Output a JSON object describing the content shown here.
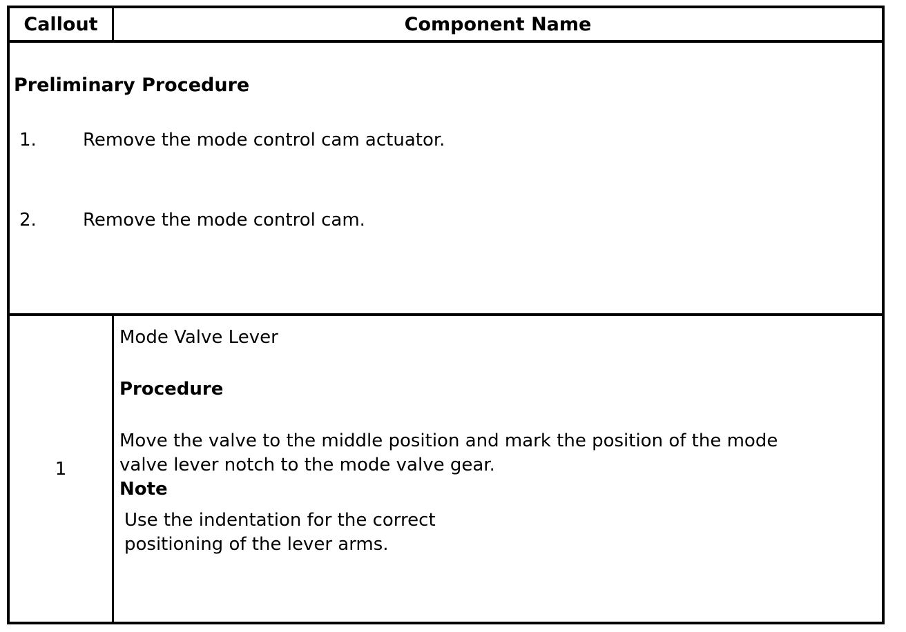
{
  "colors": {
    "border": "#000000",
    "background": "#ffffff",
    "text": "#000000"
  },
  "table": {
    "header": {
      "callout": "Callout",
      "component_name": "Component Name"
    },
    "preliminary": {
      "title": "Preliminary Procedure",
      "steps": [
        {
          "num": "1.",
          "text": "Remove the mode control cam actuator."
        },
        {
          "num": "2.",
          "text": "Remove the mode control cam."
        }
      ]
    },
    "row": {
      "callout": "1",
      "component_name": "Mode Valve Lever",
      "procedure_label": "Procedure",
      "procedure_text": "Move the valve to the middle position and mark the position of the mode\nvalve lever notch to the mode valve gear.",
      "note_label": "Note",
      "note_text": "Use the indentation for the correct\npositioning of the lever arms."
    }
  }
}
